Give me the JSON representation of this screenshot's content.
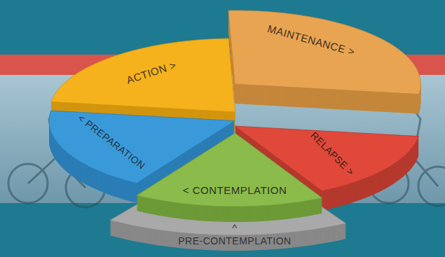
{
  "diagram": {
    "nodes": [
      {
        "text": [
          "MAINTENANCE >"
        ]
      },
      {
        "text": [
          "ACTION >"
        ]
      },
      {
        "text": [
          "< PREPARATION"
        ]
      },
      {
        "text": [
          "RELAPSE >"
        ]
      },
      {
        "text": [
          "< CONTEMPLATION"
        ]
      },
      {
        "text": [
          "^",
          "PRE-CONTEMPLATION"
        ]
      }
    ]
  }
}
